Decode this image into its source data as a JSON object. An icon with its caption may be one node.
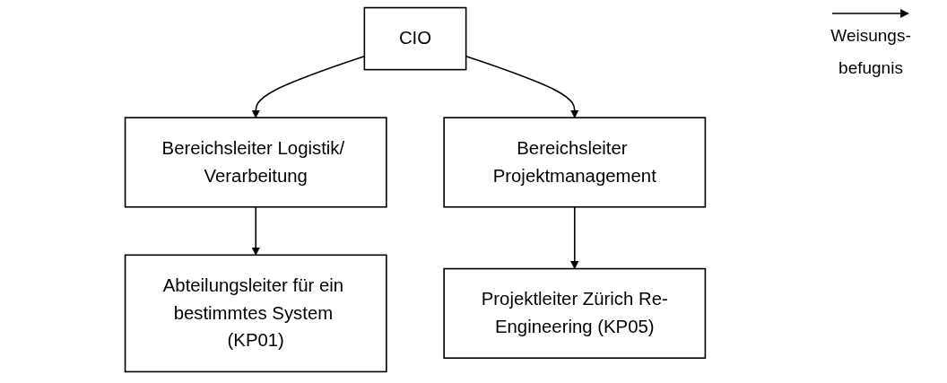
{
  "diagram": {
    "nodes": [
      {
        "text": [
          "CIO"
        ]
      },
      {
        "text": [
          "Bereichsleiter Logistik/ Verarbeitung"
        ]
      },
      {
        "text": [
          "Bereichsleiter Projektmanagement"
        ]
      },
      {
        "text": [
          "Abteilungsleiter für ein bestimmtes System (KP01)"
        ]
      },
      {
        "text": [
          "Projektleiter Zürich Re-Engineering (KP05)"
        ]
      }
    ],
    "edges": [
      {
        "from": 0,
        "to": 1,
        "arrow": "to"
      },
      {
        "from": 0,
        "to": 2,
        "arrow": "to"
      },
      {
        "from": 1,
        "to": 3,
        "arrow": "to"
      },
      {
        "from": 2,
        "to": 4,
        "arrow": "to"
      }
    ],
    "legend": [
      {
        "text": "Weisungs- befugnis"
      }
    ]
  }
}
